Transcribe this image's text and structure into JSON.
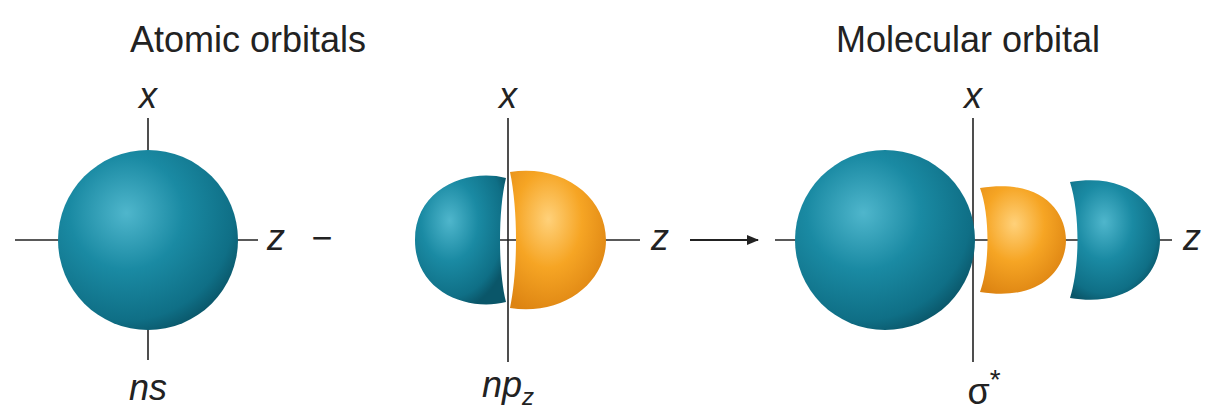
{
  "diagram": {
    "labels": [
      "Atomic orbitals",
      "Molecular orbital",
      "x",
      "z",
      "ns",
      "−",
      "x",
      "z",
      "np",
      "z",
      "x",
      "z",
      "σ",
      "*"
    ]
  }
}
